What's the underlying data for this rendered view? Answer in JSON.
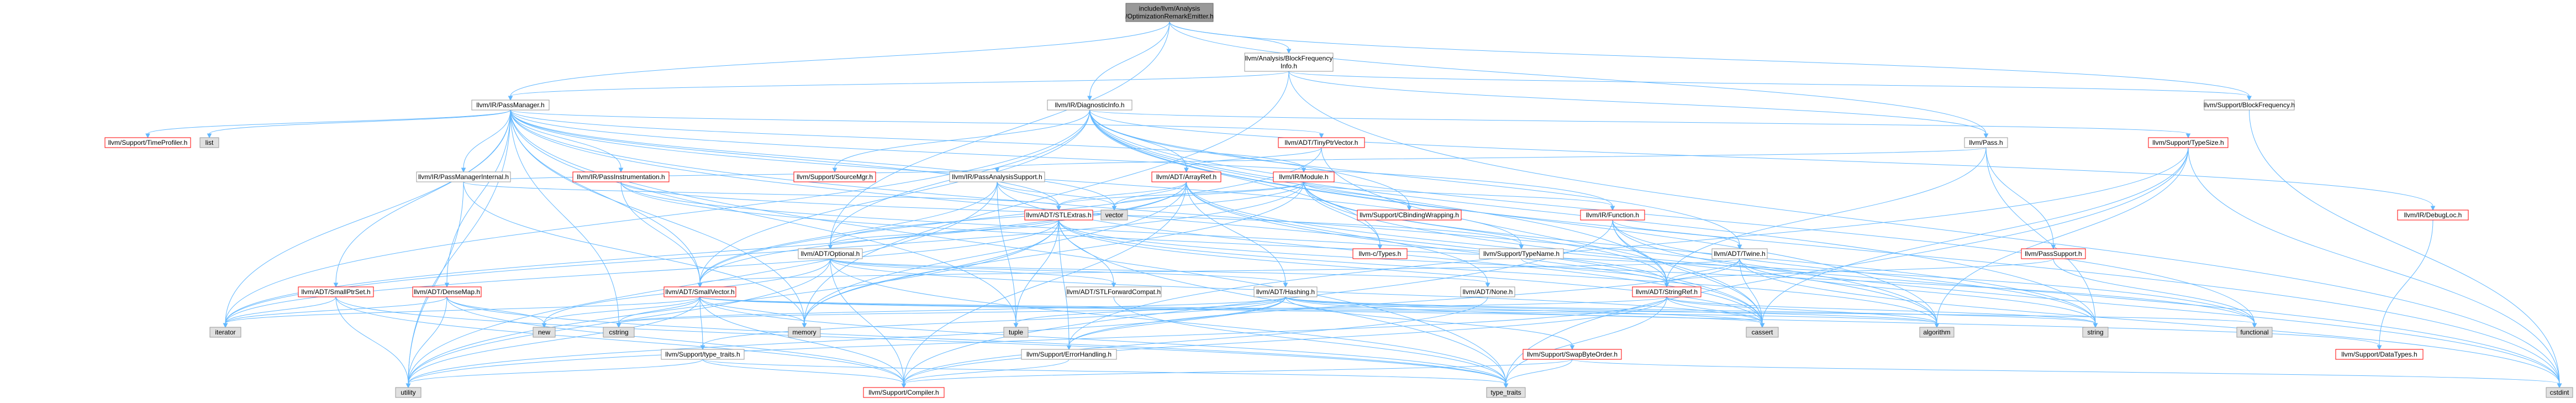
{
  "colors": {
    "edge": "#63b8ff",
    "node_border": "#999999",
    "red_border": "#ff0000",
    "root_fill": "#999999"
  },
  "nodes": [
    {
      "id": "root",
      "lines": [
        "include/llvm/Analysis",
        "/OptimizationRemarkEmitter.h"
      ],
      "style": "root"
    },
    {
      "id": "bfi",
      "lines": [
        "llvm/Analysis/BlockFrequency",
        "Info.h"
      ]
    },
    {
      "id": "passmanager",
      "lines": [
        "llvm/IR/PassManager.h"
      ]
    },
    {
      "id": "diaginfo",
      "lines": [
        "llvm/IR/DiagnosticInfo.h"
      ]
    },
    {
      "id": "blockfreq",
      "lines": [
        "llvm/Support/BlockFrequency.h"
      ]
    },
    {
      "id": "timeprofiler",
      "lines": [
        "llvm/Support/TimeProfiler.h"
      ],
      "style": "red"
    },
    {
      "id": "list",
      "lines": [
        "list"
      ],
      "style": "gray"
    },
    {
      "id": "passmgrinternal",
      "lines": [
        "llvm/IR/PassManagerInternal.h"
      ]
    },
    {
      "id": "passinstr",
      "lines": [
        "llvm/IR/PassInstrumentation.h"
      ],
      "style": "red"
    },
    {
      "id": "sourcemgr",
      "lines": [
        "llvm/Support/SourceMgr.h"
      ],
      "style": "red"
    },
    {
      "id": "tinyptr",
      "lines": [
        "llvm/ADT/TinyPtrVector.h"
      ],
      "style": "red"
    },
    {
      "id": "arrayref",
      "lines": [
        "llvm/ADT/ArrayRef.h"
      ],
      "style": "red"
    },
    {
      "id": "passanalysis",
      "lines": [
        "llvm/IR/PassAnalysisSupport.h"
      ]
    },
    {
      "id": "module",
      "lines": [
        "llvm/IR/Module.h"
      ],
      "style": "red"
    },
    {
      "id": "pass",
      "lines": [
        "llvm/Pass.h"
      ]
    },
    {
      "id": "typesize",
      "lines": [
        "llvm/Support/TypeSize.h"
      ],
      "style": "red"
    },
    {
      "id": "debugloc",
      "lines": [
        "llvm/IR/DebugLoc.h"
      ],
      "style": "red"
    },
    {
      "id": "cbinding",
      "lines": [
        "llvm/Support/CBindingWrapping.h"
      ],
      "style": "red"
    },
    {
      "id": "function",
      "lines": [
        "llvm/IR/Function.h"
      ],
      "style": "red"
    },
    {
      "id": "stlextras",
      "lines": [
        "llvm/ADT/STLExtras.h"
      ],
      "style": "red"
    },
    {
      "id": "vector",
      "lines": [
        "vector"
      ],
      "style": "gray"
    },
    {
      "id": "ctypes",
      "lines": [
        "llvm-c/Types.h"
      ],
      "style": "red"
    },
    {
      "id": "typename",
      "lines": [
        "llvm/Support/TypeName.h"
      ]
    },
    {
      "id": "twine",
      "lines": [
        "llvm/ADT/Twine.h"
      ]
    },
    {
      "id": "passsupport",
      "lines": [
        "llvm/PassSupport.h"
      ],
      "style": "red"
    },
    {
      "id": "optional",
      "lines": [
        "llvm/ADT/Optional.h"
      ]
    },
    {
      "id": "smallptrset",
      "lines": [
        "llvm/ADT/SmallPtrSet.h"
      ],
      "style": "red"
    },
    {
      "id": "densemap",
      "lines": [
        "llvm/ADT/DenseMap.h"
      ],
      "style": "red"
    },
    {
      "id": "smallvector",
      "lines": [
        "llvm/ADT/SmallVector.h"
      ],
      "style": "red"
    },
    {
      "id": "stlforward",
      "lines": [
        "llvm/ADT/STLForwardCompat.h"
      ]
    },
    {
      "id": "hashing",
      "lines": [
        "llvm/ADT/Hashing.h"
      ]
    },
    {
      "id": "none",
      "lines": [
        "llvm/ADT/None.h"
      ]
    },
    {
      "id": "stringref",
      "lines": [
        "llvm/ADT/StringRef.h"
      ],
      "style": "red"
    },
    {
      "id": "iterator",
      "lines": [
        "iterator"
      ],
      "style": "gray"
    },
    {
      "id": "new",
      "lines": [
        "new"
      ],
      "style": "gray"
    },
    {
      "id": "cstring",
      "lines": [
        "cstring"
      ],
      "style": "gray"
    },
    {
      "id": "memory",
      "lines": [
        "memory"
      ],
      "style": "gray"
    },
    {
      "id": "tuple",
      "lines": [
        "tuple"
      ],
      "style": "gray"
    },
    {
      "id": "typetraits",
      "lines": [
        "llvm/Support/type_traits.h"
      ]
    },
    {
      "id": "errorhandling",
      "lines": [
        "llvm/Support/ErrorHandling.h"
      ]
    },
    {
      "id": "swapbyte",
      "lines": [
        "llvm/Support/SwapByteOrder.h"
      ],
      "style": "red"
    },
    {
      "id": "cassert",
      "lines": [
        "cassert"
      ],
      "style": "gray"
    },
    {
      "id": "algorithm",
      "lines": [
        "algorithm"
      ],
      "style": "gray"
    },
    {
      "id": "string",
      "lines": [
        "string"
      ],
      "style": "gray"
    },
    {
      "id": "functional",
      "lines": [
        "functional"
      ],
      "style": "gray"
    },
    {
      "id": "datatypes",
      "lines": [
        "llvm/Support/DataTypes.h"
      ],
      "style": "red"
    },
    {
      "id": "utility",
      "lines": [
        "utility"
      ],
      "style": "gray"
    },
    {
      "id": "compiler",
      "lines": [
        "llvm/Support/Compiler.h"
      ],
      "style": "red"
    },
    {
      "id": "type_traits",
      "lines": [
        "type_traits"
      ],
      "style": "gray"
    },
    {
      "id": "cstdint",
      "lines": [
        "cstdint"
      ],
      "style": "gray"
    }
  ],
  "edges": [
    [
      "root",
      "bfi"
    ],
    [
      "root",
      "passmanager"
    ],
    [
      "root",
      "diaginfo"
    ],
    [
      "root",
      "blockfreq"
    ],
    [
      "root",
      "optional"
    ],
    [
      "root",
      "pass"
    ],
    [
      "bfi",
      "passmanager"
    ],
    [
      "bfi",
      "pass"
    ],
    [
      "bfi",
      "blockfreq"
    ],
    [
      "bfi",
      "cstdint"
    ],
    [
      "bfi",
      "memory"
    ],
    [
      "passmanager",
      "timeprofiler"
    ],
    [
      "passmanager",
      "list"
    ],
    [
      "passmanager",
      "passmgrinternal"
    ],
    [
      "passmanager",
      "passinstr"
    ],
    [
      "passmanager",
      "tinyptr"
    ],
    [
      "passmanager",
      "stlextras"
    ],
    [
      "passmanager",
      "smallptrset"
    ],
    [
      "passmanager",
      "densemap"
    ],
    [
      "passmanager",
      "smallvector"
    ],
    [
      "passmanager",
      "function"
    ],
    [
      "passmanager",
      "module"
    ],
    [
      "passmanager",
      "typename"
    ],
    [
      "passmanager",
      "vector"
    ],
    [
      "passmanager",
      "iterator"
    ],
    [
      "passmanager",
      "memory"
    ],
    [
      "passmanager",
      "utility"
    ],
    [
      "passmanager",
      "cstring"
    ],
    [
      "passmanager",
      "tuple"
    ],
    [
      "passmanager",
      "type_traits"
    ],
    [
      "passmanager",
      "algorithm"
    ],
    [
      "passmanager",
      "cassert"
    ],
    [
      "diaginfo",
      "arrayref"
    ],
    [
      "diaginfo",
      "stringref"
    ],
    [
      "diaginfo",
      "twine"
    ],
    [
      "diaginfo",
      "debugloc"
    ],
    [
      "diaginfo",
      "cbinding"
    ],
    [
      "diaginfo",
      "sourcemgr"
    ],
    [
      "diaginfo",
      "typesize"
    ],
    [
      "diaginfo",
      "ctypes"
    ],
    [
      "diaginfo",
      "smallvector"
    ],
    [
      "diaginfo",
      "optional"
    ],
    [
      "diaginfo",
      "algorithm"
    ],
    [
      "diaginfo",
      "cstdint"
    ],
    [
      "diaginfo",
      "functional"
    ],
    [
      "diaginfo",
      "iterator"
    ],
    [
      "diaginfo",
      "string"
    ],
    [
      "blockfreq",
      "cstdint"
    ],
    [
      "passmgrinternal",
      "stlextras"
    ],
    [
      "passmgrinternal",
      "passanalysis"
    ],
    [
      "passmgrinternal",
      "memory"
    ],
    [
      "passmgrinternal",
      "utility"
    ],
    [
      "passinstr",
      "any"
    ],
    [
      "passinstr",
      "smallvector"
    ],
    [
      "passinstr",
      "stringref"
    ],
    [
      "passinstr",
      "functional"
    ],
    [
      "passinstr",
      "typename"
    ],
    [
      "tinyptr",
      "arrayref"
    ],
    [
      "tinyptr",
      "smallvector"
    ],
    [
      "tinyptr",
      "cassert"
    ],
    [
      "tinyptr",
      "cstddef"
    ],
    [
      "arrayref",
      "hashing"
    ],
    [
      "arrayref",
      "none"
    ],
    [
      "arrayref",
      "smallvector"
    ],
    [
      "arrayref",
      "stlextras"
    ],
    [
      "arrayref",
      "compiler"
    ],
    [
      "arrayref",
      "algorithm"
    ],
    [
      "arrayref",
      "cassert"
    ],
    [
      "arrayref",
      "memory"
    ],
    [
      "arrayref",
      "vector"
    ],
    [
      "arrayref",
      "iterator"
    ],
    [
      "passanalysis",
      "stlextras"
    ],
    [
      "passanalysis",
      "smallvector"
    ],
    [
      "passanalysis",
      "cassert"
    ],
    [
      "passanalysis",
      "tuple"
    ],
    [
      "passanalysis",
      "utility"
    ],
    [
      "passanalysis",
      "vector"
    ],
    [
      "module",
      "function"
    ],
    [
      "module",
      "stlextras"
    ],
    [
      "module",
      "stringref"
    ],
    [
      "module",
      "ctypes"
    ],
    [
      "module",
      "cbinding"
    ],
    [
      "module",
      "optional"
    ],
    [
      "module",
      "string"
    ],
    [
      "module",
      "cstddef"
    ],
    [
      "module",
      "cstdint"
    ],
    [
      "module",
      "iterator"
    ],
    [
      "module",
      "memory"
    ],
    [
      "module",
      "vector"
    ],
    [
      "pass",
      "passsupport"
    ],
    [
      "pass",
      "stringref"
    ],
    [
      "pass",
      "string"
    ],
    [
      "pass",
      "passanalysis"
    ],
    [
      "typesize",
      "errorhandling"
    ],
    [
      "typesize",
      "algorithm"
    ],
    [
      "typesize",
      "cassert"
    ],
    [
      "typesize",
      "cstdint"
    ],
    [
      "typesize",
      "type_traits"
    ],
    [
      "debugloc",
      "datatypes"
    ],
    [
      "function",
      "stringref"
    ],
    [
      "function",
      "twine"
    ],
    [
      "function",
      "compiler"
    ],
    [
      "function",
      "cassert"
    ],
    [
      "function",
      "cstdint"
    ],
    [
      "function",
      "string"
    ],
    [
      "stlextras",
      "stlforward"
    ],
    [
      "stlextras",
      "optional"
    ],
    [
      "stlextras",
      "errorhandling"
    ],
    [
      "stlextras",
      "algorithm"
    ],
    [
      "stlextras",
      "cassert"
    ],
    [
      "stlextras",
      "functional"
    ],
    [
      "stlextras",
      "iterator"
    ],
    [
      "stlextras",
      "memory"
    ],
    [
      "stlextras",
      "tuple"
    ],
    [
      "stlextras",
      "utility"
    ],
    [
      "stlextras",
      "type_traits"
    ],
    [
      "typename",
      "stringref"
    ],
    [
      "twine",
      "smallvector"
    ],
    [
      "twine",
      "stringref"
    ],
    [
      "twine",
      "errorhandling"
    ],
    [
      "twine",
      "cassert"
    ],
    [
      "twine",
      "cstdint"
    ],
    [
      "twine",
      "string"
    ],
    [
      "passsupport",
      "stringref"
    ],
    [
      "passsupport",
      "functional"
    ],
    [
      "optional",
      "hashing"
    ],
    [
      "optional",
      "none"
    ],
    [
      "optional",
      "stlforward"
    ],
    [
      "optional",
      "compiler"
    ],
    [
      "optional",
      "type_traits"
    ],
    [
      "optional",
      "cassert"
    ],
    [
      "optional",
      "new"
    ],
    [
      "optional",
      "utility"
    ],
    [
      "smallptrset",
      "iterator"
    ],
    [
      "smallptrset",
      "compiler"
    ],
    [
      "smallptrset",
      "type_traits"
    ],
    [
      "smallptrset",
      "utility"
    ],
    [
      "densemap",
      "compiler"
    ],
    [
      "densemap",
      "new"
    ],
    [
      "densemap",
      "iterator"
    ],
    [
      "densemap",
      "utility"
    ],
    [
      "densemap",
      "type_traits"
    ],
    [
      "smallvector",
      "compiler"
    ],
    [
      "smallvector",
      "typetraits"
    ],
    [
      "smallvector",
      "algorithm"
    ],
    [
      "smallvector",
      "cassert"
    ],
    [
      "smallvector",
      "cstring"
    ],
    [
      "smallvector",
      "functional"
    ],
    [
      "smallvector",
      "iterator"
    ],
    [
      "smallvector",
      "memory"
    ],
    [
      "smallvector",
      "new"
    ],
    [
      "smallvector",
      "type_traits"
    ],
    [
      "smallvector",
      "utility"
    ],
    [
      "stlforward",
      "type_traits"
    ],
    [
      "hashing",
      "errorhandling"
    ],
    [
      "hashing",
      "swapbyte"
    ],
    [
      "hashing",
      "typetraits"
    ],
    [
      "hashing",
      "algorithm"
    ],
    [
      "hashing",
      "cassert"
    ],
    [
      "hashing",
      "cstring"
    ],
    [
      "hashing",
      "string"
    ],
    [
      "hashing",
      "tuple"
    ],
    [
      "hashing",
      "utility"
    ],
    [
      "hashing",
      "datatypes"
    ],
    [
      "none",
      "compiler"
    ],
    [
      "stringref",
      "compiler"
    ],
    [
      "stringref",
      "algorithm"
    ],
    [
      "stringref",
      "cassert"
    ],
    [
      "stringref",
      "cstring"
    ],
    [
      "stringref",
      "string"
    ],
    [
      "stringref",
      "type_traits"
    ],
    [
      "stringref",
      "utility"
    ],
    [
      "typetraits",
      "compiler"
    ],
    [
      "typetraits",
      "type_traits"
    ],
    [
      "typetraits",
      "utility"
    ],
    [
      "errorhandling",
      "compiler"
    ],
    [
      "swapbyte",
      "compiler"
    ],
    [
      "swapbyte",
      "type_traits"
    ],
    [
      "swapbyte",
      "cstdint"
    ]
  ]
}
